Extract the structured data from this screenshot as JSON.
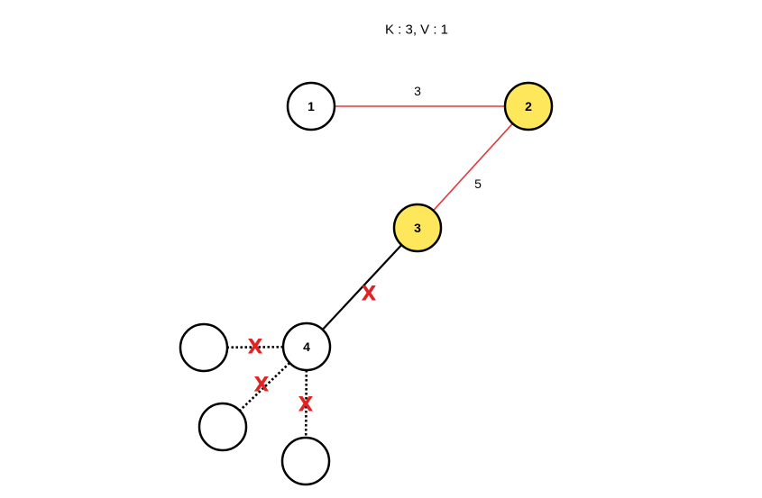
{
  "title": "K : 3, V : 1",
  "colors": {
    "highlight_node": "#ffe75c",
    "default_node": "#ffffff",
    "selected_edge": "#e03a3a",
    "normal_edge": "#000000",
    "cross": "#e02424"
  },
  "nodes": [
    {
      "id": "n1",
      "label": "1",
      "highlighted": false
    },
    {
      "id": "n2",
      "label": "2",
      "highlighted": true
    },
    {
      "id": "n3",
      "label": "3",
      "highlighted": true
    },
    {
      "id": "n4",
      "label": "4",
      "highlighted": false
    },
    {
      "id": "n5",
      "label": "",
      "highlighted": false
    },
    {
      "id": "n6",
      "label": "",
      "highlighted": false
    },
    {
      "id": "n7",
      "label": "",
      "highlighted": false
    }
  ],
  "edges": [
    {
      "id": "e12",
      "from": "n1",
      "to": "n2",
      "weight": "3",
      "style": "selected",
      "crossed": false
    },
    {
      "id": "e23",
      "from": "n2",
      "to": "n3",
      "weight": "5",
      "style": "selected",
      "crossed": false
    },
    {
      "id": "e34",
      "from": "n3",
      "to": "n4",
      "weight": "",
      "style": "solid",
      "crossed": true
    },
    {
      "id": "e45",
      "from": "n4",
      "to": "n5",
      "weight": "",
      "style": "dotted",
      "crossed": true
    },
    {
      "id": "e46",
      "from": "n4",
      "to": "n6",
      "weight": "",
      "style": "dotted",
      "crossed": true
    },
    {
      "id": "e47",
      "from": "n4",
      "to": "n7",
      "weight": "",
      "style": "dotted",
      "crossed": true
    }
  ],
  "cross_symbol": "X"
}
